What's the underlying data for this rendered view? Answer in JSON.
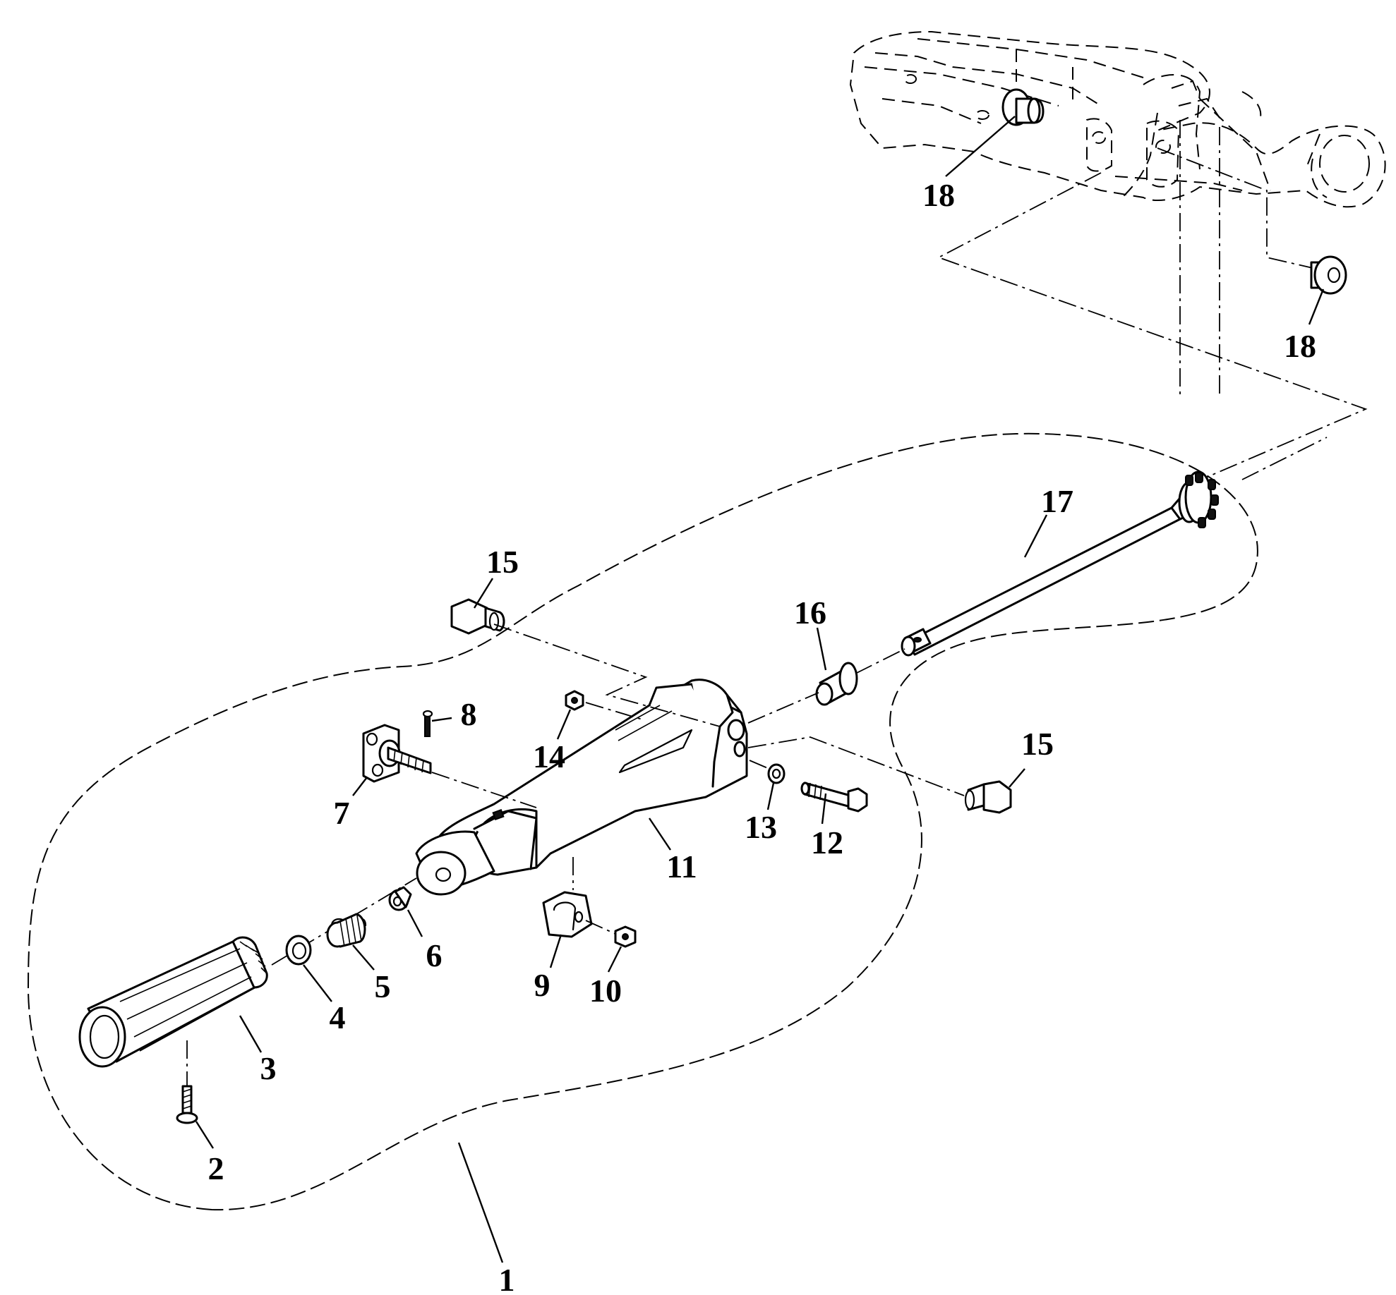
{
  "callouts": {
    "c1": "1",
    "c2": "2",
    "c3": "3",
    "c4": "4",
    "c5": "5",
    "c6": "6",
    "c7": "7",
    "c8": "8",
    "c9": "9",
    "c10": "10",
    "c11": "11",
    "c12": "12",
    "c13": "13",
    "c14": "14",
    "c15a": "15",
    "c15b": "15",
    "c16": "16",
    "c17": "17",
    "c18a": "18",
    "c18b": "18"
  }
}
